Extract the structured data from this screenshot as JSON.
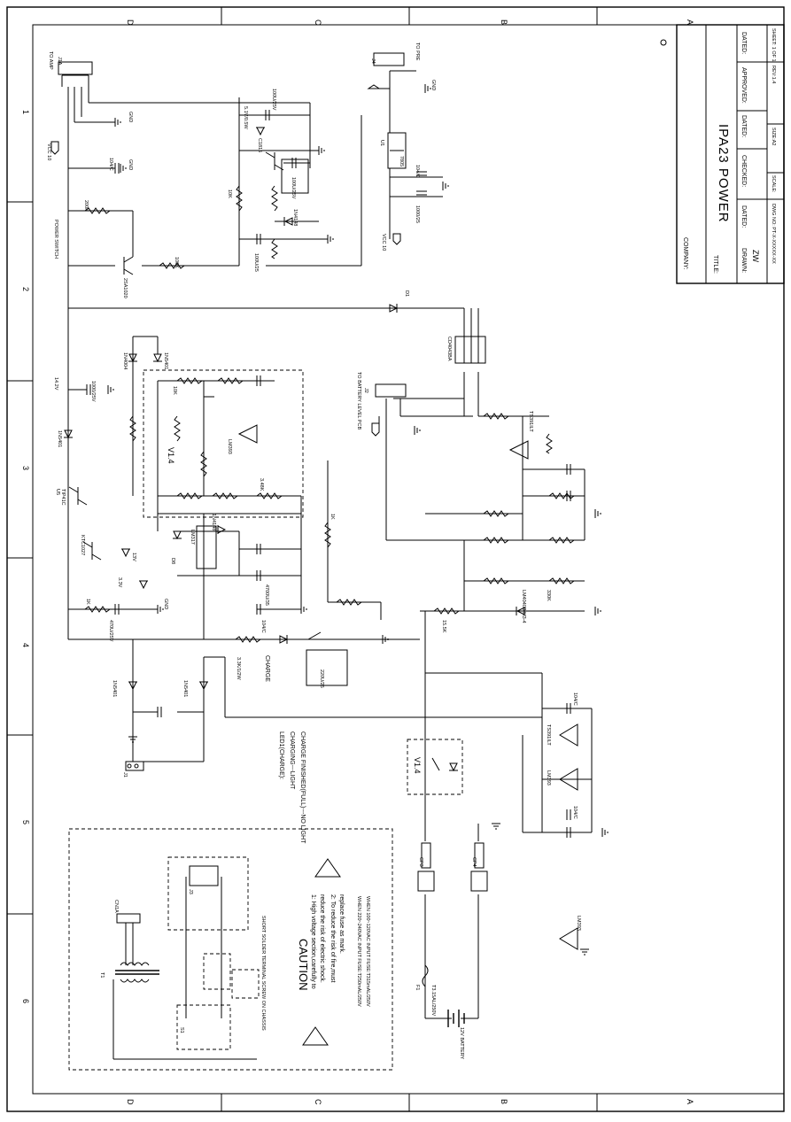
{
  "frame": {
    "zones_top": [
      "D",
      "C",
      "B",
      "A"
    ],
    "zones_side": [
      "1",
      "2",
      "3",
      "4",
      "5",
      "6"
    ]
  },
  "title_block": {
    "company_label": "COMPANY:",
    "title_label": "TITLE:",
    "title": "IPA23 POWER",
    "drawn_label": "DRAWN:",
    "drawn_by": "ZW",
    "dated_label": "DATED:",
    "checked_label": "CHECKED:",
    "approved_label": "APPROVED:",
    "dwg_no": "DWG NO: PT-X-XXXXX-XX",
    "scale": "SCALE:",
    "size": "SIZE:A2",
    "rev": "REV:1.4",
    "sheet": "SHEET:   1 OF 1"
  },
  "labels": {
    "to_amp": "TO AMP",
    "to_pre": "TO PRE",
    "to_battery_level_pcb": "TO BATTERY LEVEL PCB",
    "power_switch": "POWER SWITCH",
    "charge": "CHARGE",
    "v14_a": "V1.4",
    "v14_b": "V1.4",
    "led_title": "LED1(CHARGE):",
    "led_line1": "CHARGING---LIGHT",
    "led_line2": "CHARGE FINISHED(FULL)---NO LIGHT",
    "v14_rail": "14.2V",
    "battery": "12V BATTERY",
    "battery_fuse": "T3.15AL/250V",
    "caution": "CAUTION",
    "caution_1": "1: High voltage section,carefully to",
    "caution_1b": "reduce the risk of electric shock.",
    "caution_2": "2: To reduce the risk of fire,must",
    "caution_2b": "replace fuse as mark.",
    "caution_3": "WHEN 220~240VAC INPUT   FUSE:T250mAL/250V",
    "caution_4": "WHEN 100~120VAC INPUT   FUSE:T315mAL/250V",
    "chassis": "SHORT SOLDER TERMINAL SCREW ON CHASSIS"
  },
  "components": {
    "j1": "J1",
    "j1a": "J1A",
    "j2": "J2",
    "j4": "J4",
    "j3a": "CN1A",
    "j3": "J3",
    "u1": "U1",
    "u1v": "7805",
    "u2": "U2",
    "u2v": "LM317",
    "u3": "U3",
    "u3v": "LM393",
    "u5": "U5",
    "u5v": "TIP41C",
    "u6": "U6",
    "u6v": "CD4043BA",
    "u7": "U7",
    "u7v": "TS391ILT",
    "u8": "U8",
    "u8v": "LM4040BIM3-4",
    "q1": "Q1",
    "q1v": "KTC1027",
    "q2": "Q2",
    "q2v": "C1815",
    "q4": "Q4",
    "q4v": "2SA1020",
    "d1": "D1",
    "d1v": "1N5401",
    "d2": "D2",
    "d2v": "1N4004",
    "d3": "D3",
    "d3v": "1N5401",
    "d4": "D4",
    "d4v": "1N5401",
    "d5": "D5",
    "d5v": "1N5401",
    "d8": "D8",
    "d8v": "1N4001",
    "d9": "D9",
    "d9v": "1N4148",
    "d10": "D10",
    "d10v": "1N4148",
    "z1": "Z1",
    "z1v": "3.3V",
    "z4": "Z4",
    "z4v": "13V",
    "z2": "Z2",
    "z2v": "5.1V/0.5W",
    "c1": "C1",
    "c1v": "100U/25V",
    "c2": "C2",
    "c2v": "104/C",
    "c3": "C3",
    "c3v": "1000/25V",
    "c4": "C4",
    "c4v": "100U/25",
    "c5": "C5",
    "c5v": "470U/25V",
    "c6": "C6",
    "c6v": "220U/25",
    "c15": "C15",
    "c15v": "1000/25",
    "c16": "C16",
    "c16v": "100U/25V",
    "c17": "C17",
    "c17v": "104/C",
    "c21": "C21",
    "c21v": "4700U/35",
    "c22": "C22",
    "c22v": "104/C",
    "c23": "C23",
    "c23v": "104/C",
    "r2": "R2",
    "r2v": "100K",
    "r5": "R5",
    "r5v": "3.48K",
    "r8": "R8",
    "r8v": "1K",
    "r9": "R9",
    "r9v": "1K",
    "r13": "R13",
    "r13v": "10K",
    "r14": "R14",
    "r14v": "200K",
    "r20": "R20",
    "r20v": "3.3K/1/2W",
    "r22": "R22",
    "r22v": "10K",
    "r55": "R55",
    "r55v": "330K",
    "r45": "R45",
    "r45v": "15.5K",
    "f1": "F1",
    "t1": "T1",
    "cp3": "CP3",
    "cp4": "CP4",
    "s1": "S1",
    "gnd": "GND",
    "vcc": "VCC 10"
  }
}
